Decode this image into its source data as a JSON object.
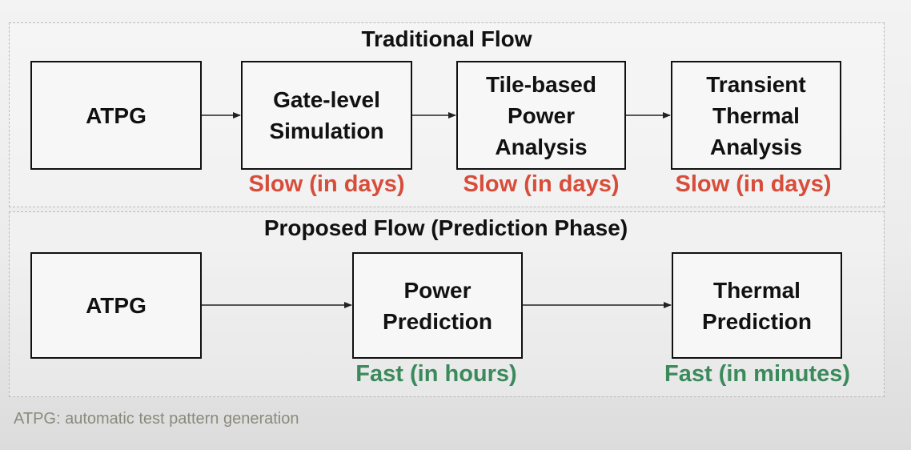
{
  "traditional": {
    "title": "Traditional Flow",
    "boxes": [
      "ATPG",
      "Gate-level\nSimulation",
      "Tile-based\nPower\nAnalysis",
      "Transient\nThermal\nAnalysis"
    ],
    "notes": [
      "Slow (in days)",
      "Slow (in days)",
      "Slow (in days)"
    ]
  },
  "proposed": {
    "title": "Proposed Flow (Prediction Phase)",
    "boxes": [
      "ATPG",
      "Power\nPrediction",
      "Thermal\nPrediction"
    ],
    "notes": [
      "Fast (in hours)",
      "Fast (in minutes)"
    ]
  },
  "footnote": "ATPG: automatic test pattern generation",
  "colors": {
    "slow": "#d84d3a",
    "fast": "#3a8a5c"
  }
}
